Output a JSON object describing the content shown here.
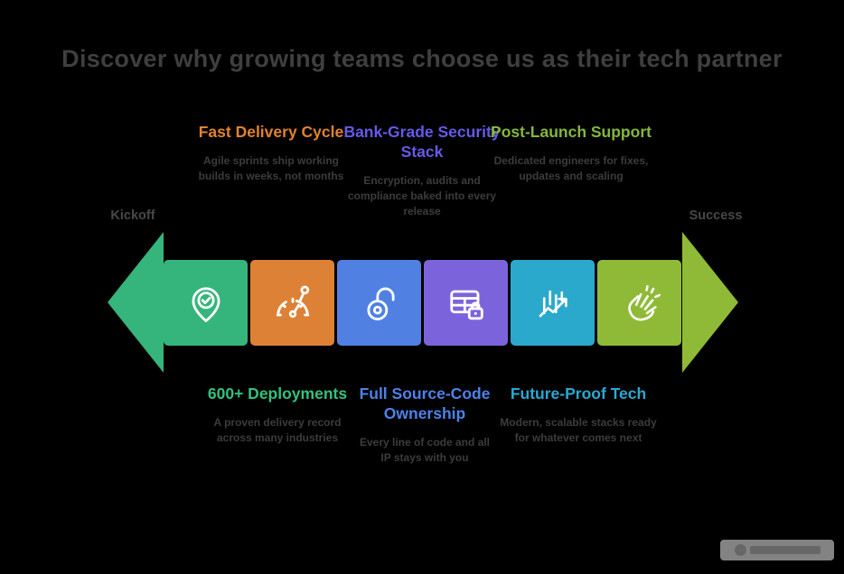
{
  "title": "Discover why growing teams choose us as their tech partner",
  "timeline": {
    "start_label": "Kickoff",
    "end_label": "Success",
    "left_arrow_color": "#35B57B",
    "right_arrow_color": "#8FBA37",
    "segments": [
      {
        "icon": "location-check-icon",
        "color": "#35B57B"
      },
      {
        "icon": "speedometer-icon",
        "color": "#DD8136"
      },
      {
        "icon": "open-padlock-icon",
        "color": "#5081E2"
      },
      {
        "icon": "secure-table-icon",
        "color": "#7B64DB"
      },
      {
        "icon": "growth-chart-icon",
        "color": "#2BA9CC"
      },
      {
        "icon": "clapping-hands-icon",
        "color": "#8FBA37"
      }
    ]
  },
  "top_benefits": [
    {
      "heading": "Fast Delivery Cycle",
      "color": "#E0832F",
      "description": "Agile sprints ship working builds in weeks, not months"
    },
    {
      "heading": "Bank-Grade Security Stack",
      "color": "#655AE8",
      "description": "Encryption, audits and compliance baked into every release"
    },
    {
      "heading": "Post-Launch Support",
      "color": "#85B73C",
      "description": "Dedicated engineers for fixes, updates and scaling"
    }
  ],
  "bottom_benefits": [
    {
      "heading": "600+ Deployments",
      "color": "#33C17D",
      "description": "A proven delivery record across many industries"
    },
    {
      "heading": "Full Source-Code Ownership",
      "color": "#4D82E8",
      "description": "Every line of code and all IP stays with you"
    },
    {
      "heading": "Future-Proof Tech",
      "color": "#2AA9D2",
      "description": "Modern, scalable stacks ready for whatever comes next"
    }
  ]
}
